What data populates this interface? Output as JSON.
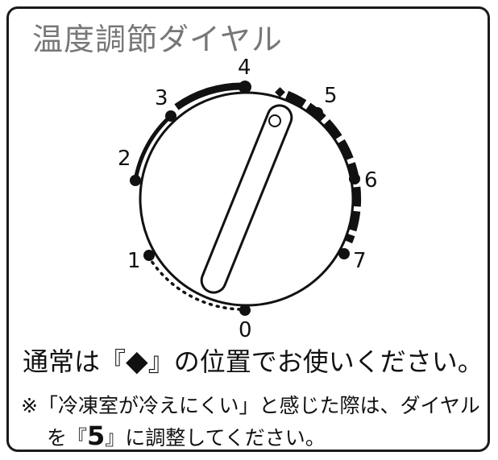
{
  "title": "温度調節ダイヤル",
  "dial": {
    "labels": [
      "0",
      "1",
      "2",
      "3",
      "4",
      "5",
      "6",
      "7"
    ],
    "recommended_mark": "◆"
  },
  "instruction": {
    "prefix": "通常は『",
    "symbol": "◆",
    "suffix": "』の位置でお使いください。"
  },
  "note": {
    "line1": "※「冷凍室が冷えにくい」と感じた際は、ダイヤル",
    "line2_prefix": "を『",
    "line2_value": "5",
    "line2_suffix": "』に調整してください。"
  }
}
